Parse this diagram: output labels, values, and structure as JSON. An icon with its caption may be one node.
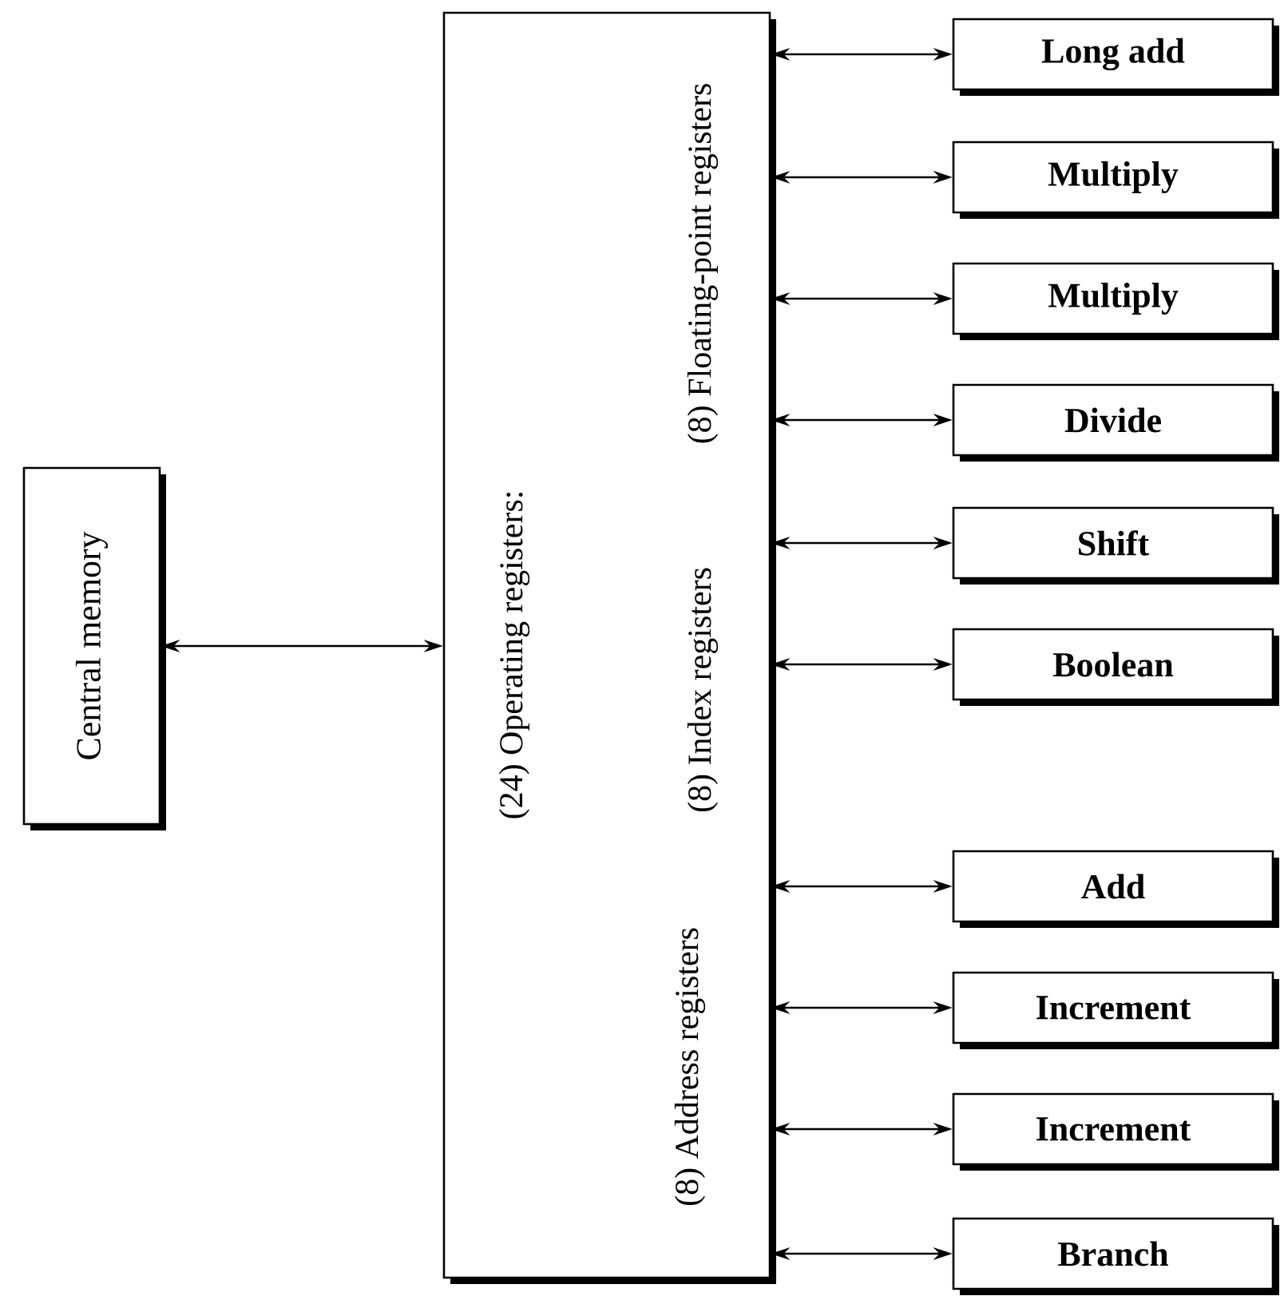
{
  "diagram": {
    "nodes": [
      {
        "text": [
          "Central memory"
        ]
      },
      {
        "text": [
          "(24) Operating registers:",
          "(8) Floating-point registers",
          "(8) Index registers",
          "(8) Address registers"
        ]
      },
      {
        "text": [
          "Long add"
        ]
      },
      {
        "text": [
          "Multiply"
        ]
      },
      {
        "text": [
          "Multiply"
        ]
      },
      {
        "text": [
          "Divide"
        ]
      },
      {
        "text": [
          "Shift"
        ]
      },
      {
        "text": [
          "Boolean"
        ]
      },
      {
        "text": [
          "Add"
        ]
      },
      {
        "text": [
          "Increment"
        ]
      },
      {
        "text": [
          "Increment"
        ]
      },
      {
        "text": [
          "Branch"
        ]
      }
    ],
    "edges": [
      {
        "from": 0,
        "to": 1,
        "arrow": "both"
      },
      {
        "from": 1,
        "to": 2,
        "arrow": "both"
      },
      {
        "from": 1,
        "to": 3,
        "arrow": "both"
      },
      {
        "from": 1,
        "to": 4,
        "arrow": "both"
      },
      {
        "from": 1,
        "to": 5,
        "arrow": "both"
      },
      {
        "from": 1,
        "to": 6,
        "arrow": "both"
      },
      {
        "from": 1,
        "to": 7,
        "arrow": "both"
      },
      {
        "from": 1,
        "to": 8,
        "arrow": "both"
      },
      {
        "from": 1,
        "to": 9,
        "arrow": "both"
      },
      {
        "from": 1,
        "to": 10,
        "arrow": "both"
      },
      {
        "from": 1,
        "to": 11,
        "arrow": "both"
      }
    ]
  }
}
